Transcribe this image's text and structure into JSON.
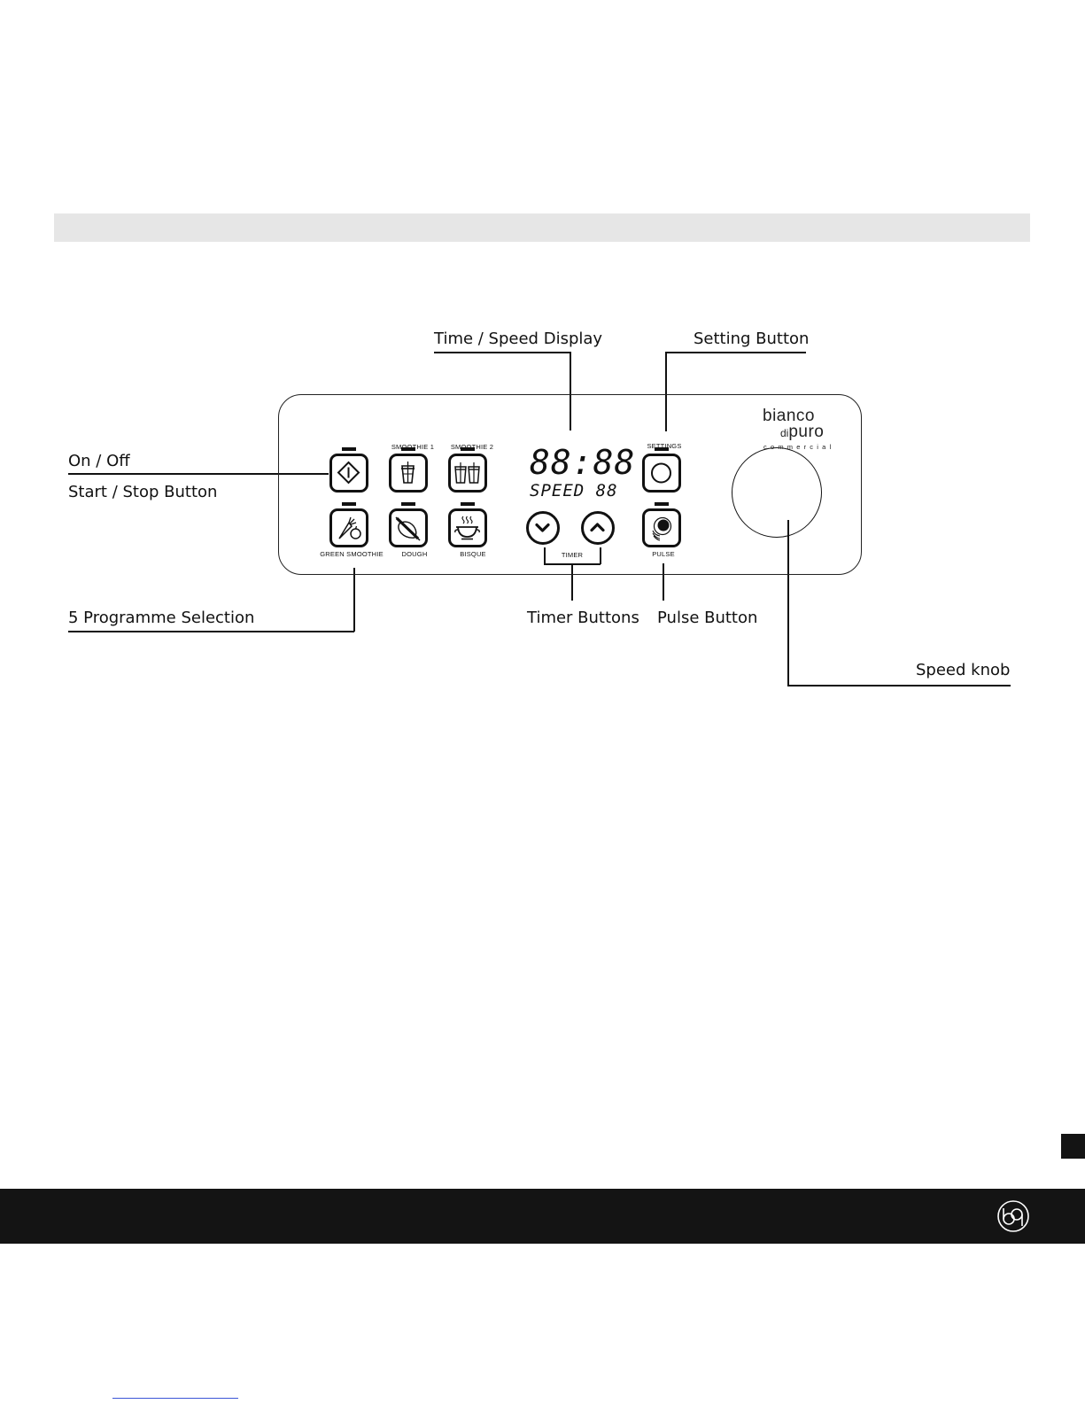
{
  "callouts": {
    "display": "Time / Speed Display",
    "setting": "Setting Button",
    "onoff": "On / Off",
    "startstop": "Start / Stop Button",
    "programme": "5 Programme Selection",
    "timer": "Timer Buttons",
    "pulse": "Pulse Button",
    "speed_knob": "Speed knob"
  },
  "panel": {
    "labels": {
      "smoothie1": "SMOOTHIE 1",
      "smoothie2": "SMOOTHIE 2",
      "settings": "SETTINGS",
      "green_smoothie": "GREEN SMOOTHIE",
      "dough": "DOUGH",
      "bisque": "BISQUE",
      "timer": "TIMER",
      "pulse": "PULSE"
    },
    "display": {
      "time": "88:88",
      "speed": "SPEED 88"
    }
  },
  "brand": {
    "line1": "bianco",
    "line2_small": "di",
    "line2": "puro",
    "line3": "commercial"
  },
  "icons": {
    "power": "power-icon",
    "smoothie1": "cup-icon",
    "smoothie2": "two-cups-icon",
    "green_smoothie": "carrot-apple-icon",
    "dough": "rolling-pin-icon",
    "bisque": "soup-bowl-icon",
    "settings": "circle-icon",
    "pulse": "pulse-icon",
    "timer_down": "chevron-down-icon",
    "timer_up": "chevron-up-icon",
    "footer_logo": "bdp-logo-icon"
  },
  "colors": {
    "band": "#e6e6e6",
    "footer": "#141414",
    "ink": "#111111"
  }
}
